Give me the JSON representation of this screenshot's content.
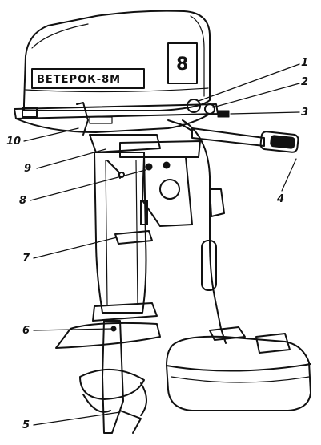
{
  "brand_label": "ВЕТЕРОК-8М",
  "power_badge": "8",
  "callouts": [
    {
      "number": "1"
    },
    {
      "number": "2"
    },
    {
      "number": "3"
    },
    {
      "number": "4"
    },
    {
      "number": "5"
    },
    {
      "number": "6"
    },
    {
      "number": "7"
    },
    {
      "number": "8"
    },
    {
      "number": "9"
    },
    {
      "number": "10"
    }
  ]
}
